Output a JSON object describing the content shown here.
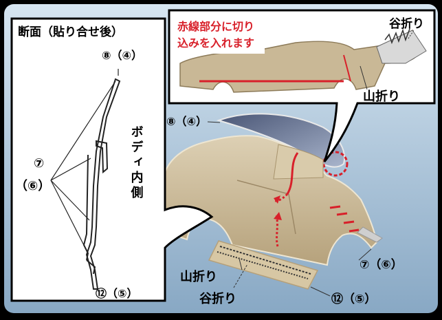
{
  "section_panel": {
    "title": "断面（貼り合せ後）",
    "label_top": "⑧（④）",
    "label_side_line1": "⑦",
    "label_side_line2": "（⑥）",
    "label_bottom": "⑫（⑤）",
    "body_inner_label": "ボディ内側"
  },
  "top_panel": {
    "red_instruction": "赤線部分に切り込みを入れます",
    "red_line1": "赤線部分に切り",
    "red_line2": "込みを入れます",
    "valley_fold": "谷折り",
    "mountain_fold": "山折り"
  },
  "main_diagram": {
    "label_8_4": "⑧（④）",
    "label_7_6": "⑦（⑥）",
    "label_12_5": "⑫（⑤）",
    "mountain_fold": "山折り",
    "valley_fold": "谷折り"
  },
  "colors": {
    "frame": "#000000",
    "background_top": "#cfe0ee",
    "background_bottom": "#8fb0cc",
    "panel": "#ffffff",
    "car_body": "#c9b896",
    "accent_red": "#d8202a"
  }
}
